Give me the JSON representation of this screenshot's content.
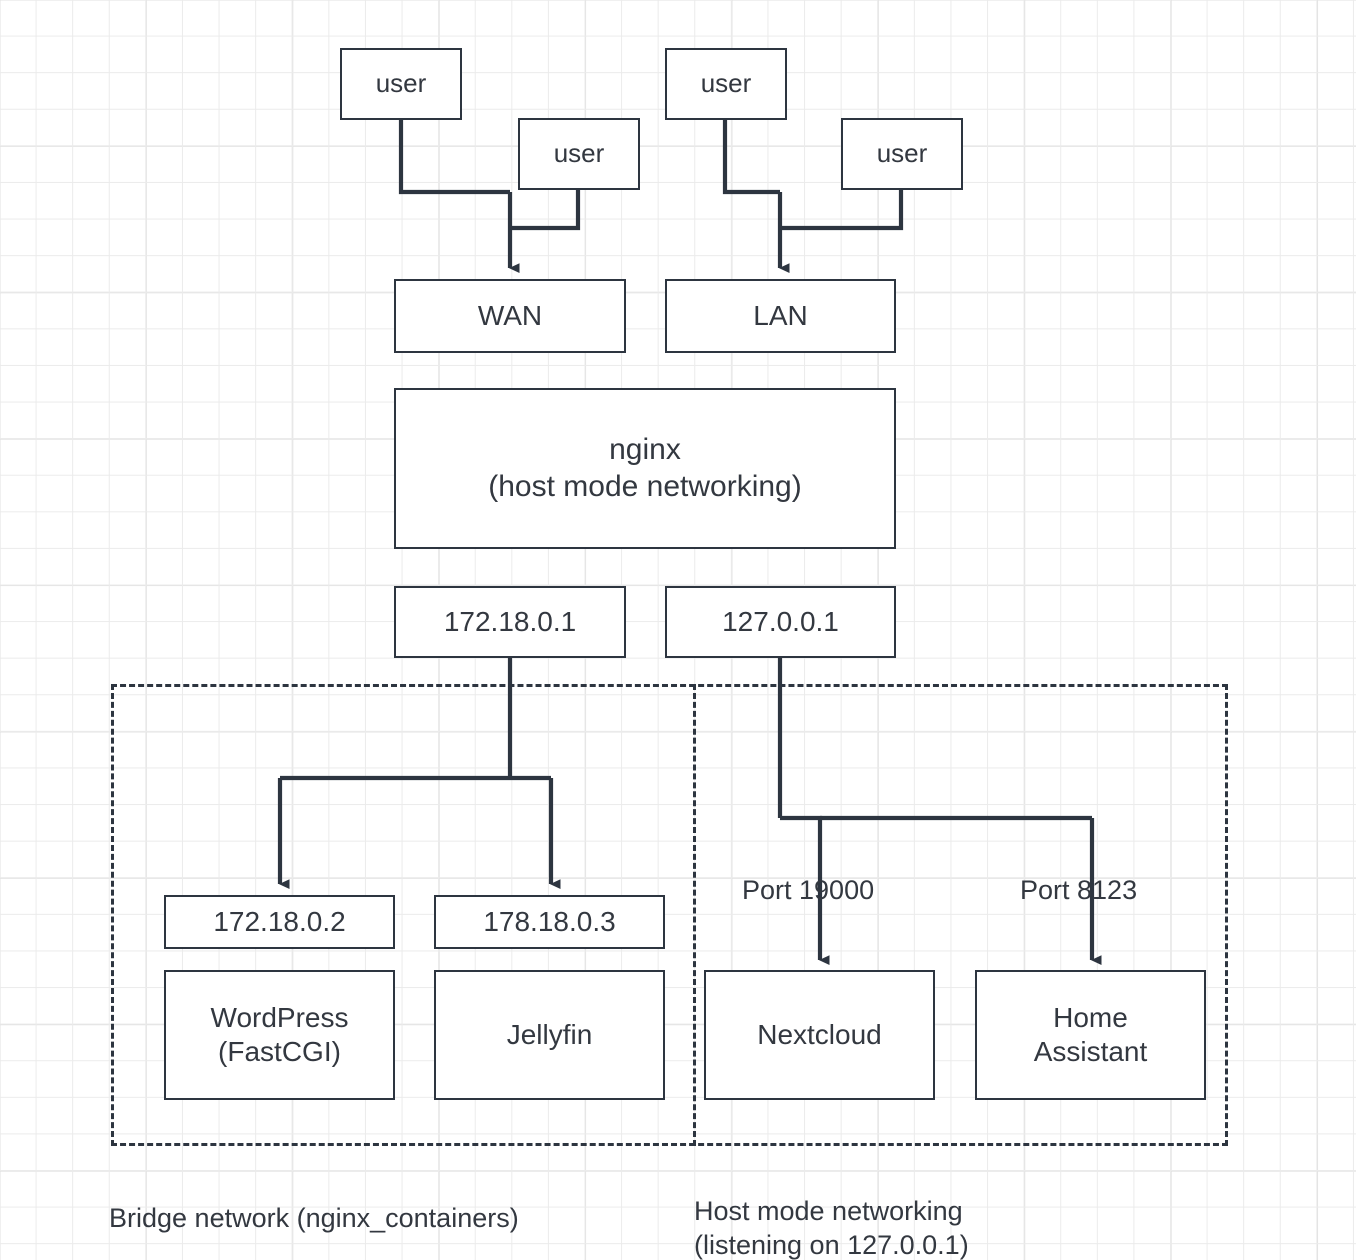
{
  "diagram": {
    "title": "nginx reverse proxy container networking diagram",
    "colors": {
      "stroke": "#2d3540",
      "text": "#333840",
      "background": "#ffffff",
      "grid_minor": "#ebebeb",
      "grid_major": "#e0e0e0"
    },
    "users": [
      {
        "id": "user-wan-1",
        "label": "user"
      },
      {
        "id": "user-wan-2",
        "label": "user"
      },
      {
        "id": "user-lan-1",
        "label": "user"
      },
      {
        "id": "user-lan-2",
        "label": "user"
      }
    ],
    "gateways": [
      {
        "id": "wan",
        "label": "WAN"
      },
      {
        "id": "lan",
        "label": "LAN"
      }
    ],
    "proxy": {
      "id": "nginx",
      "label": "nginx\n(host mode networking)"
    },
    "interfaces": [
      {
        "id": "ip-bridge-gateway",
        "label": "172.18.0.1"
      },
      {
        "id": "ip-loopback",
        "label": "127.0.0.1"
      }
    ],
    "bridge_zone": {
      "caption": "Bridge network (nginx_containers)",
      "containers": [
        {
          "id": "wordpress",
          "ip": "172.18.0.2",
          "label": "WordPress\n(FastCGI)"
        },
        {
          "id": "jellyfin",
          "ip": "178.18.0.3",
          "label": "Jellyfin"
        }
      ]
    },
    "host_zone": {
      "caption": "Host mode networking\n(listening on 127.0.0.1)",
      "containers": [
        {
          "id": "nextcloud",
          "label": "Nextcloud",
          "port_label": "Port 19000"
        },
        {
          "id": "home-assistant",
          "label": "Home\nAssistant",
          "port_label": "Port 8123"
        }
      ]
    }
  }
}
